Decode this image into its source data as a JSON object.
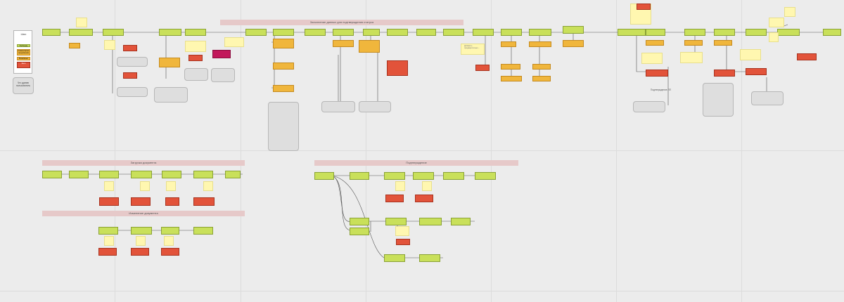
{
  "legend": {
    "title": "Шаги",
    "items": [
      "Проблемы",
      "Комментарии/предложения",
      "Возможные решения",
      "Боли"
    ],
    "note": "Что думаю пользователь"
  },
  "bands": [
    "Заполнение данных для подтверждения статуса",
    "Загрузка документа",
    "Изменение документа",
    "Подтверждение"
  ],
  "labels": {
    "right_note": "Подтверждение ЛП",
    "doubt_note": "Добавить предварительно…"
  },
  "colors": {
    "step": "#c9e05a",
    "comment": "#f0b63c",
    "problem": "#e2533a",
    "critical": "#c2185b",
    "sticky": "#fff7b0",
    "thought": "#dedede",
    "band": "#e6c9c9"
  }
}
